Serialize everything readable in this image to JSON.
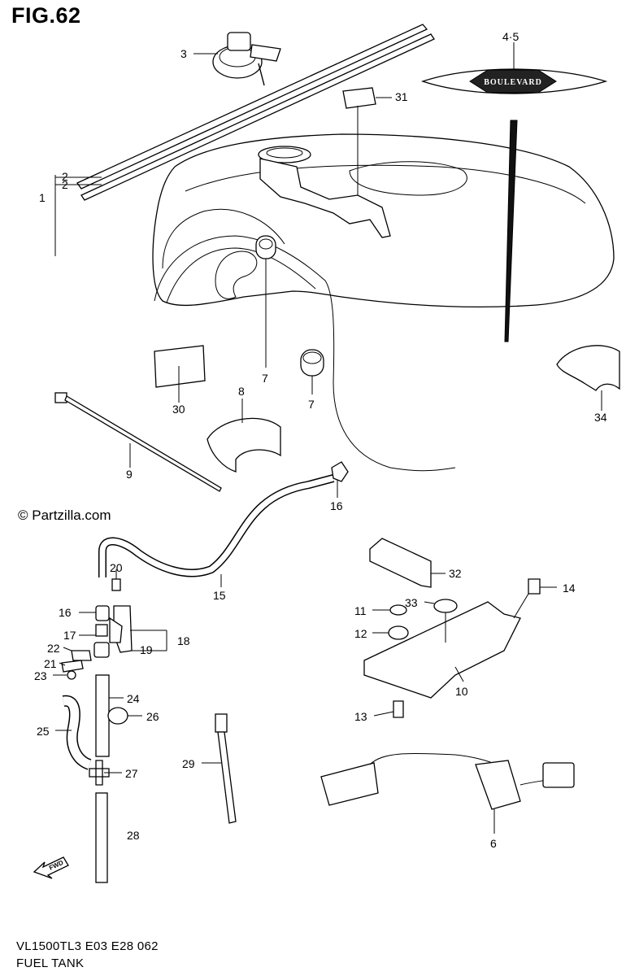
{
  "figure": {
    "title": "FIG.62",
    "copyright": "© Partzilla.com",
    "model_code": "VL1500TL3  E03  E28  062",
    "assembly_name": "FUEL TANK",
    "badge_text": "BOULEVARD",
    "fwd_label": "FWD"
  },
  "callouts": {
    "c1": "1",
    "c2a": "2",
    "c2b": "2",
    "c3": "3",
    "c45": "4·5",
    "c6": "6",
    "c7a": "7",
    "c7b": "7",
    "c8": "8",
    "c9": "9",
    "c10": "10",
    "c11": "11",
    "c12": "12",
    "c13": "13",
    "c14": "14",
    "c15": "15",
    "c16a": "16",
    "c16b": "16",
    "c17": "17",
    "c18": "18",
    "c19": "19",
    "c20": "20",
    "c21": "21",
    "c22": "22",
    "c23": "23",
    "c24": "24",
    "c25": "25",
    "c26": "26",
    "c27": "27",
    "c28": "28",
    "c29": "29",
    "c30": "30",
    "c31": "31",
    "c32": "32",
    "c33": "33",
    "c34": "34"
  },
  "colors": {
    "ink": "#000000",
    "paper": "#ffffff",
    "badge": "#222222"
  }
}
